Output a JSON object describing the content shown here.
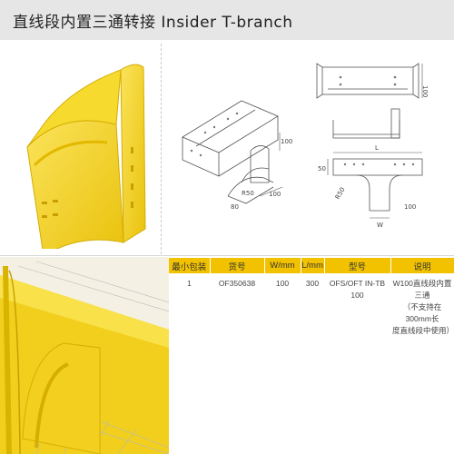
{
  "header": {
    "title": "直线段内置三通转接   Insider T-branch"
  },
  "drawing_labels": {
    "iso_dim_100_right": "100",
    "iso_dim_100_bottom": "100",
    "iso_r50": "R50",
    "iso_80": "80",
    "right_top_100": "100",
    "right_l": "L",
    "right_50": "50",
    "right_r50": "R50",
    "right_w": "W",
    "right_100": "100"
  },
  "table": {
    "headers": [
      "最小包装",
      "货号",
      "W/mm",
      "L/mm",
      "型号",
      "说明"
    ],
    "rows": [
      {
        "min_pack": "1",
        "item_no": "OF350638",
        "w": "100",
        "l": "300",
        "model": "OFS/OFT IN-TB 100",
        "desc": [
          "W100直线段内置三通",
          "（不支持在300mm长",
          "度直线段中使用）"
        ]
      }
    ]
  },
  "colors": {
    "header_bg": "#e6e6e6",
    "table_header_bg": "#f2c200",
    "product_yellow": "#f5d21a",
    "line_drawing": "#555555"
  }
}
